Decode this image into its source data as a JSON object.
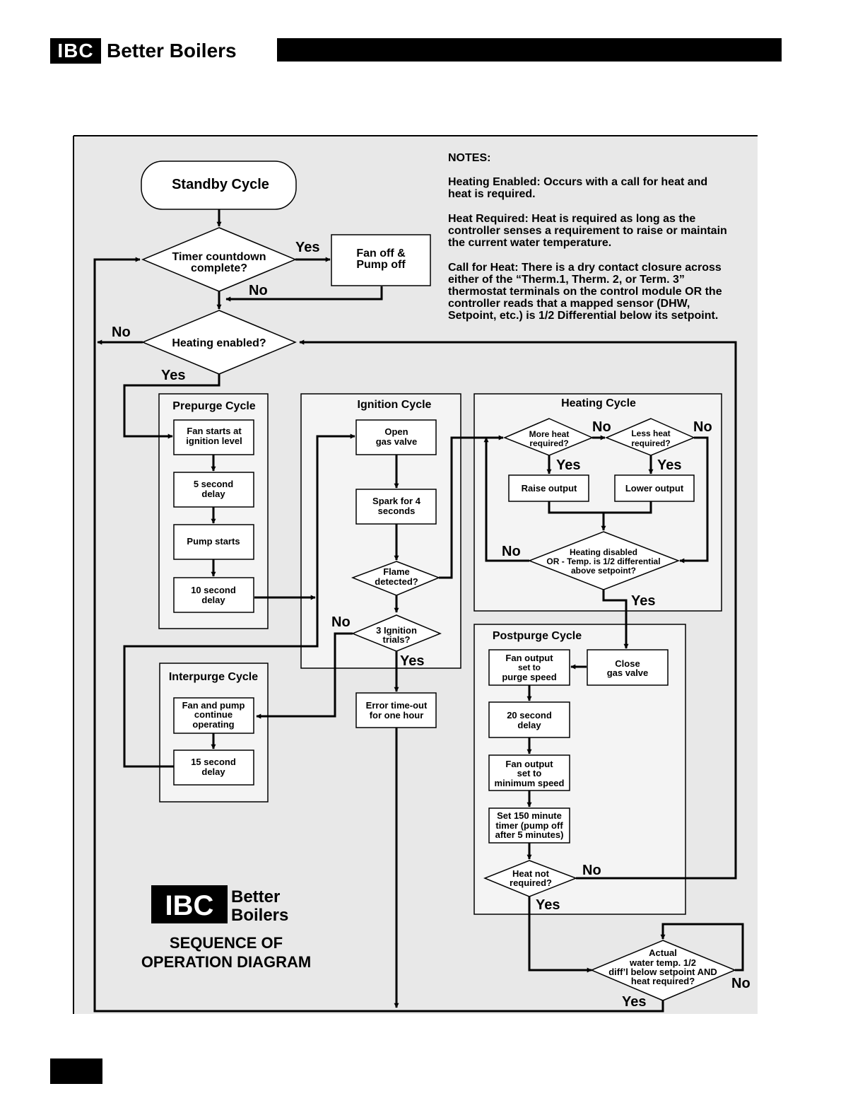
{
  "header": {
    "logo_abbrev": "IBC",
    "brand_name": "Better Boilers"
  },
  "notes": {
    "title": "NOTES:",
    "heating_enabled": [
      "Heating Enabled: Occurs with a call for heat and",
      "heat is required."
    ],
    "heat_required": [
      "Heat Required: Heat is required as long as the",
      "controller senses a requirement to raise or maintain",
      "the current water temperature."
    ],
    "call_for_heat": [
      "Call for Heat: There is a dry contact closure across",
      "either of the “Therm.1, Therm. 2, or Term. 3”",
      "thermostat terminals on the control module OR the",
      "controller reads that a mapped sensor (DHW,",
      "Setpoint, etc.) is 1/2 Differential below its setpoint."
    ]
  },
  "nodes": {
    "standby": "Standby Cycle",
    "timer_countdown": [
      "Timer countdown",
      "complete?"
    ],
    "fan_off": [
      "Fan off &",
      "Pump off"
    ],
    "heating_enabled": "Heating enabled?",
    "fan_starts": [
      "Fan starts at",
      "ignition level"
    ],
    "delay_5": [
      "5 second",
      "delay"
    ],
    "pump_starts": "Pump starts",
    "delay_10": [
      "10 second",
      "delay"
    ],
    "open_gas": [
      "Open",
      "gas valve"
    ],
    "spark": [
      "Spark for 4",
      "seconds"
    ],
    "flame": [
      "Flame",
      "detected?"
    ],
    "ignition_trials": [
      "3 Ignition",
      "trials?"
    ],
    "error_timeout": [
      "Error time-out",
      "for one hour"
    ],
    "more_heat": [
      "More heat",
      "required?"
    ],
    "less_heat": [
      "Less heat",
      "required?"
    ],
    "raise_output": "Raise output",
    "lower_output": "Lower output",
    "heating_disabled": [
      "Heating disabled",
      "OR - Temp. is 1/2 differential",
      "above setpoint?"
    ],
    "fan_purge": [
      "Fan output",
      "set to",
      "purge speed"
    ],
    "close_gas": [
      "Close",
      "gas valve"
    ],
    "delay_20": [
      "20 second",
      "delay"
    ],
    "fan_min": [
      "Fan output",
      "set to",
      "minimum speed"
    ],
    "timer_150": [
      "Set 150 minute",
      "timer (pump off",
      "after 5 minutes)"
    ],
    "heat_not_required": [
      "Heat not",
      "required?"
    ],
    "fan_pump_continue": [
      "Fan and pump",
      "continue",
      "operating"
    ],
    "delay_15": [
      "15 second",
      "delay"
    ],
    "actual_temp": [
      "Actual",
      "water temp. 1/2",
      "diff’l below setpoint AND",
      "heat required?"
    ]
  },
  "groups": {
    "prepurge": "Prepurge Cycle",
    "ignition": "Ignition Cycle",
    "heating": "Heating Cycle",
    "postpurge": "Postpurge Cycle",
    "interpurge": "Interpurge Cycle"
  },
  "labels": {
    "yes": "Yes",
    "no": "No"
  },
  "brand_block": {
    "logo": "IBC",
    "line1": "Better",
    "line2": "Boilers",
    "title_line1": "SEQUENCE OF",
    "title_line2": "OPERATION DIAGRAM"
  }
}
